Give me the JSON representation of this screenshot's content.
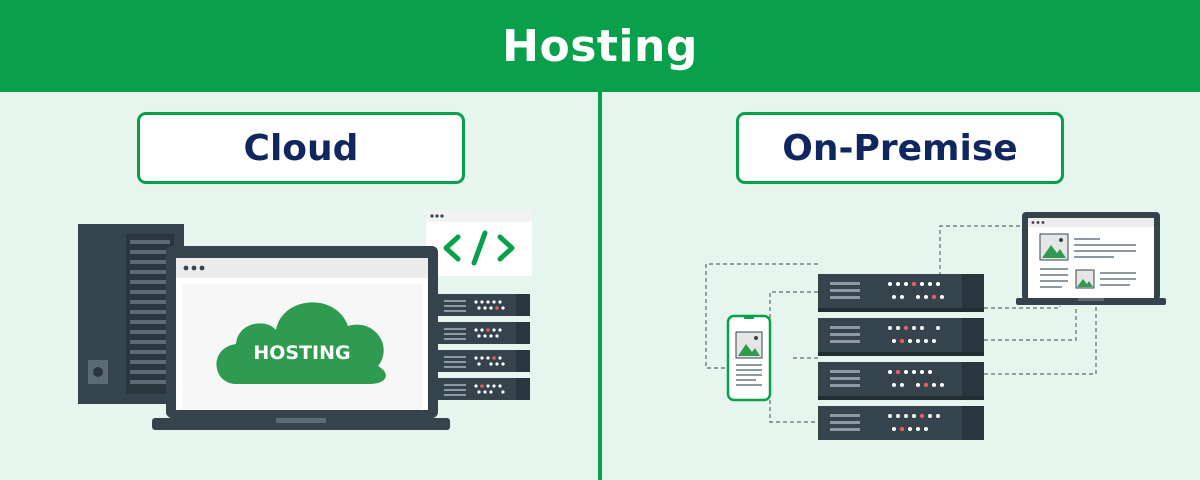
{
  "header": {
    "title": "Hosting"
  },
  "left": {
    "label": "Cloud",
    "cloud_text": "HOSTING"
  },
  "right": {
    "label": "On-Premise"
  },
  "colors": {
    "green": "#08a04b",
    "navy": "#10265e",
    "dark": "#35444c",
    "background": "#e6f6ee"
  },
  "icons": [
    "server-tower-icon",
    "laptop-icon",
    "cloud-icon",
    "code-window-icon",
    "server-rack-icon",
    "smartphone-icon",
    "image-icon"
  ]
}
